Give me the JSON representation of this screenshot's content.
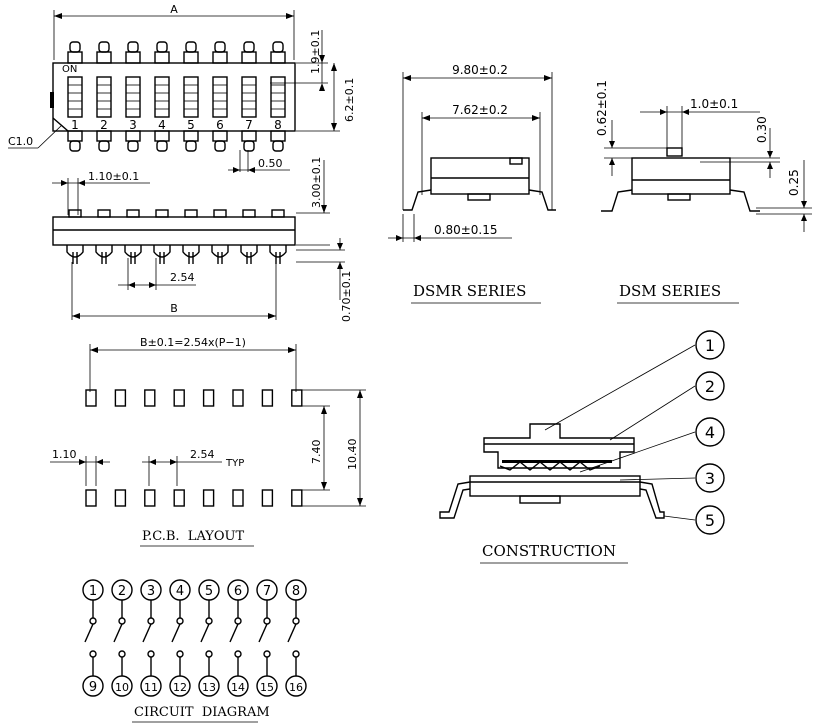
{
  "top_view": {
    "dim_a": "A",
    "on_label": "ON",
    "switch_numbers": [
      "1",
      "2",
      "3",
      "4",
      "5",
      "6",
      "7",
      "8"
    ],
    "chamfer": "C1.0",
    "dim_height_tab": "1.9±0.1",
    "dim_height_body": "6.2±0.1",
    "dim_lead_width": "0.50"
  },
  "side_view": {
    "dim_actuator": "1.10±0.1",
    "dim_height": "3.00±0.1",
    "dim_pitch": "2.54",
    "dim_b": "B",
    "dim_lead": "0.70±0.1"
  },
  "dsmr": {
    "dim_overall": "9.80±0.2",
    "dim_body": "7.62±0.2",
    "dim_foot": "0.80±0.15",
    "title": "DSMR SERIES"
  },
  "dsm": {
    "dim_actuator_h": "0.62±0.1",
    "dim_actuator_w": "1.0±0.1",
    "dim_top": "0.30",
    "dim_standoff": "0.25",
    "title": "DSM SERIES"
  },
  "pcb": {
    "dim_b": "B±0.1=2.54x(P−1)",
    "dim_pad": "1.10",
    "dim_pitch": "2.54",
    "typ": "TYP",
    "dim_inner": "7.40",
    "dim_outer": "10.40",
    "title": "P.C.B.  LAYOUT"
  },
  "construction": {
    "callouts": [
      "1",
      "2",
      "4",
      "3",
      "5"
    ],
    "title": "CONSTRUCTION"
  },
  "circuit": {
    "top_pins": [
      "1",
      "2",
      "3",
      "4",
      "5",
      "6",
      "7",
      "8"
    ],
    "bottom_pins": [
      "9",
      "10",
      "11",
      "12",
      "13",
      "14",
      "15",
      "16"
    ],
    "title": "CIRCUIT  DIAGRAM"
  }
}
